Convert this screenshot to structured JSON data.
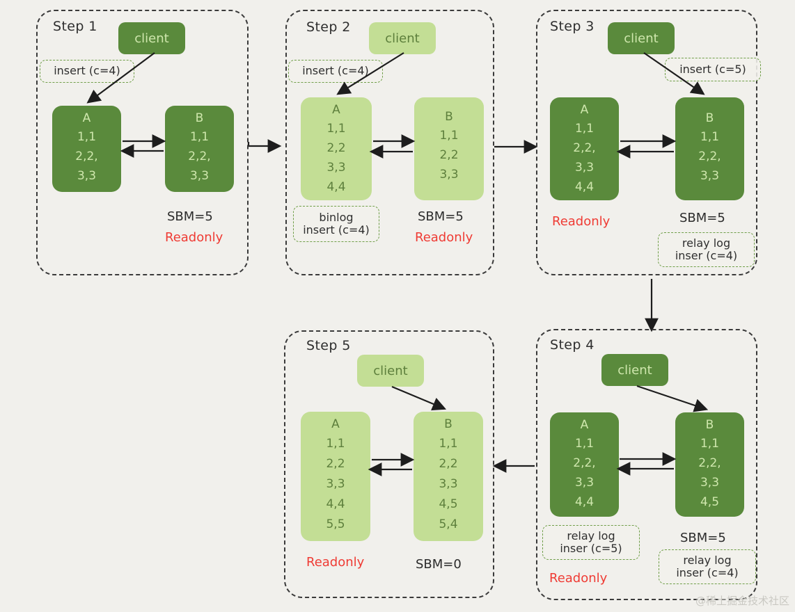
{
  "diagram": {
    "title": "MySQL master-slave replication seconds_behind_master walkthrough",
    "background_color": "#f1f0ec",
    "dark_node_color": "#5a8a3c",
    "light_node_color": "#c3de95",
    "readonly_color": "#ef3b34",
    "tag_border_color": "#6f9e48",
    "watermark": "@稀土掘金技术社区"
  },
  "steps": [
    {
      "title": "Step 1",
      "shade": "dark",
      "client": {
        "label": "client"
      },
      "tags": [
        {
          "name": "insert-tag",
          "lines": [
            "insert (c=4)"
          ]
        }
      ],
      "nodes": [
        {
          "name": "A",
          "lines": [
            "A",
            "1,1",
            "2,2,",
            "3,3"
          ]
        },
        {
          "name": "B",
          "lines": [
            "B",
            "1,1",
            "2,2,",
            "3,3"
          ]
        }
      ],
      "notes": [
        {
          "text": "SBM=5",
          "kind": "sbm"
        },
        {
          "text": "Readonly",
          "kind": "readonly"
        }
      ]
    },
    {
      "title": "Step 2",
      "shade": "light",
      "client": {
        "label": "client"
      },
      "tags": [
        {
          "name": "insert-tag",
          "lines": [
            "insert (c=4)"
          ]
        },
        {
          "name": "binlog-tag",
          "lines": [
            "binlog",
            "insert (c=4)"
          ]
        }
      ],
      "nodes": [
        {
          "name": "A",
          "lines": [
            "A",
            "1,1",
            "2,2",
            "3,3",
            "4,4"
          ]
        },
        {
          "name": "B",
          "lines": [
            "B",
            "1,1",
            "2,2",
            "3,3"
          ]
        }
      ],
      "notes": [
        {
          "text": "SBM=5",
          "kind": "sbm"
        },
        {
          "text": "Readonly",
          "kind": "readonly"
        }
      ]
    },
    {
      "title": "Step 3",
      "shade": "dark",
      "client": {
        "label": "client"
      },
      "tags": [
        {
          "name": "insert-tag",
          "lines": [
            "insert (c=5)"
          ]
        },
        {
          "name": "relay-log-tag",
          "lines": [
            "relay log",
            "inser (c=4)"
          ]
        }
      ],
      "nodes": [
        {
          "name": "A",
          "lines": [
            "A",
            "1,1",
            "2,2,",
            "3,3",
            "4,4"
          ]
        },
        {
          "name": "B",
          "lines": [
            "B",
            "1,1",
            "2,2,",
            "3,3"
          ]
        }
      ],
      "notes": [
        {
          "text": "Readonly",
          "kind": "readonly"
        },
        {
          "text": "SBM=5",
          "kind": "sbm"
        }
      ]
    },
    {
      "title": "Step 4",
      "shade": "dark",
      "client": {
        "label": "client"
      },
      "tags": [
        {
          "name": "relay-log-a-tag",
          "lines": [
            "relay log",
            "inser (c=5)"
          ]
        },
        {
          "name": "relay-log-b-tag",
          "lines": [
            "relay log",
            "inser (c=4)"
          ]
        }
      ],
      "nodes": [
        {
          "name": "A",
          "lines": [
            "A",
            "1,1",
            "2,2,",
            "3,3",
            "4,4"
          ]
        },
        {
          "name": "B",
          "lines": [
            "B",
            "1,1",
            "2,2,",
            "3,3",
            "4,5"
          ]
        }
      ],
      "notes": [
        {
          "text": "SBM=5",
          "kind": "sbm"
        },
        {
          "text": "Readonly",
          "kind": "readonly"
        }
      ]
    },
    {
      "title": "Step 5",
      "shade": "light",
      "client": {
        "label": "client"
      },
      "tags": [],
      "nodes": [
        {
          "name": "A",
          "lines": [
            "A",
            "1,1",
            "2,2",
            "3,3",
            "4,4",
            "5,5"
          ]
        },
        {
          "name": "B",
          "lines": [
            "B",
            "1,1",
            "2,2",
            "3,3",
            "4,5",
            "5,4"
          ]
        }
      ],
      "notes": [
        {
          "text": "Readonly",
          "kind": "readonly"
        },
        {
          "text": "SBM=0",
          "kind": "sbm"
        }
      ]
    }
  ],
  "step1": {
    "title": "Step 1",
    "client": "client",
    "tag_insert": "insert (c=4)",
    "a": {
      "l0": "A",
      "l1": "1,1",
      "l2": "2,2,",
      "l3": "3,3"
    },
    "b": {
      "l0": "B",
      "l1": "1,1",
      "l2": "2,2,",
      "l3": "3,3"
    },
    "sbm": "SBM=5",
    "readonly": "Readonly"
  },
  "step2": {
    "title": "Step 2",
    "client": "client",
    "tag_insert": "insert (c=4)",
    "tag_binlog_1": "binlog",
    "tag_binlog_2": "insert (c=4)",
    "a": {
      "l0": "A",
      "l1": "1,1",
      "l2": "2,2",
      "l3": "3,3",
      "l4": "4,4"
    },
    "b": {
      "l0": "B",
      "l1": "1,1",
      "l2": "2,2",
      "l3": "3,3"
    },
    "sbm": "SBM=5",
    "readonly": "Readonly"
  },
  "step3": {
    "title": "Step 3",
    "client": "client",
    "tag_insert": "insert (c=5)",
    "tag_relay_1": "relay log",
    "tag_relay_2": "inser (c=4)",
    "a": {
      "l0": "A",
      "l1": "1,1",
      "l2": "2,2,",
      "l3": "3,3",
      "l4": "4,4"
    },
    "b": {
      "l0": "B",
      "l1": "1,1",
      "l2": "2,2,",
      "l3": "3,3"
    },
    "sbm": "SBM=5",
    "readonly": "Readonly"
  },
  "step4": {
    "title": "Step 4",
    "client": "client",
    "tag_relay_a_1": "relay log",
    "tag_relay_a_2": "inser (c=5)",
    "tag_relay_b_1": "relay log",
    "tag_relay_b_2": "inser (c=4)",
    "a": {
      "l0": "A",
      "l1": "1,1",
      "l2": "2,2,",
      "l3": "3,3",
      "l4": "4,4"
    },
    "b": {
      "l0": "B",
      "l1": "1,1",
      "l2": "2,2,",
      "l3": "3,3",
      "l4": "4,5"
    },
    "sbm": "SBM=5",
    "readonly": "Readonly"
  },
  "step5": {
    "title": "Step 5",
    "client": "client",
    "a": {
      "l0": "A",
      "l1": "1,1",
      "l2": "2,2",
      "l3": "3,3",
      "l4": "4,4",
      "l5": "5,5"
    },
    "b": {
      "l0": "B",
      "l1": "1,1",
      "l2": "2,2",
      "l3": "3,3",
      "l4": "4,5",
      "l5": "5,4"
    },
    "sbm": "SBM=0",
    "readonly": "Readonly"
  },
  "watermark": "@稀土掘金技术社区"
}
